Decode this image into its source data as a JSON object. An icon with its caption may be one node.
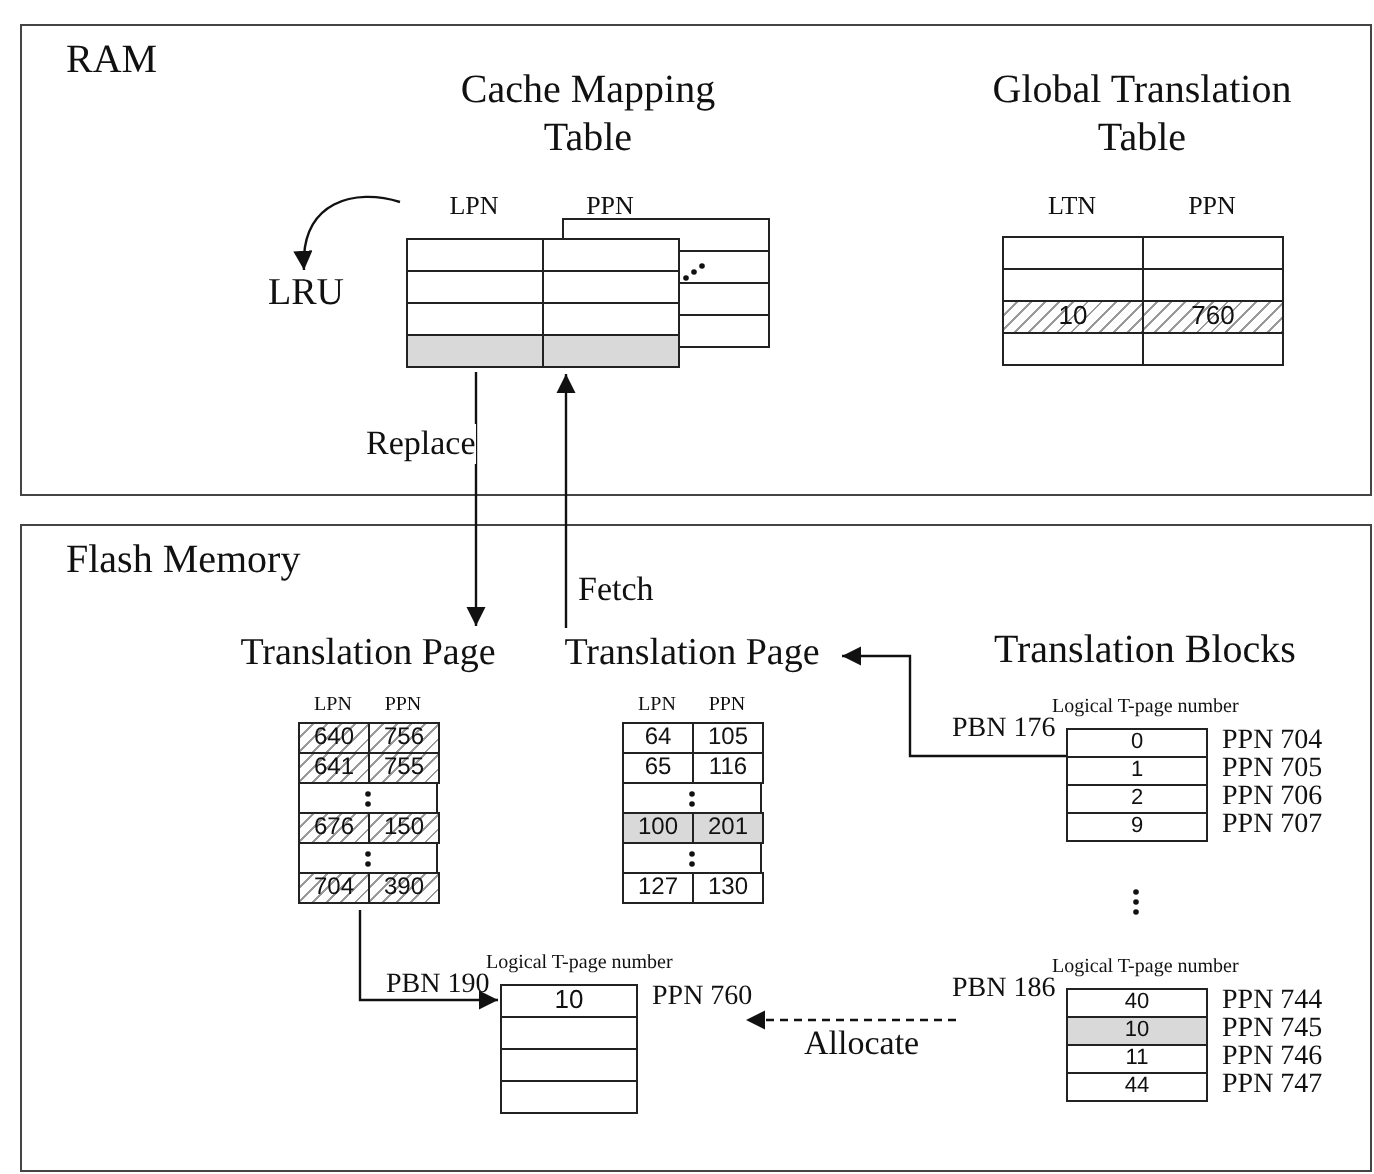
{
  "diagram": {
    "nodes": [
      {
        "text": [
          "RAM"
        ]
      },
      {
        "text": [
          "LRU"
        ],
        "in": 0
      },
      {
        "text": [
          "Cache Mapping Table",
          "LPN",
          "PPN"
        ],
        "in": 0
      },
      {
        "text": [
          "Global Translation Table",
          "LTN",
          "PPN",
          "10",
          "760"
        ],
        "in": 0
      },
      {
        "text": [
          "Flash Memory"
        ]
      },
      {
        "text": [
          "Translation Page",
          "LPN",
          "PPN",
          "640",
          "756",
          "641",
          "755",
          "676",
          "150",
          "704",
          "390"
        ],
        "in": 4
      },
      {
        "text": [
          "Translation Page",
          "LPN",
          "PPN",
          "64",
          "105",
          "65",
          "116",
          "100",
          "201",
          "127",
          "130"
        ],
        "in": 4
      },
      {
        "text": [
          "Logical T-page number",
          "PBN 176",
          "0",
          "1",
          "2",
          "9"
        ],
        "beside": [
          "PPN 704",
          "PPN 705",
          "PPN 706",
          "PPN 707"
        ],
        "in": 4
      },
      {
        "text": [
          "Logical T-page number",
          "PBN 186",
          "40",
          "10",
          "11",
          "44"
        ],
        "beside": [
          "PPN 744",
          "PPN 745",
          "PPN 746",
          "PPN 747"
        ],
        "in": 4
      },
      {
        "text": [
          "Logical T-page number",
          "PBN 190",
          "10"
        ],
        "beside": [
          "PPN 760"
        ],
        "in": 4
      }
    ],
    "edges": [
      {
        "from": 2,
        "to": 1,
        "arrow": "to"
      },
      {
        "from": 2,
        "to": 5,
        "arrow": "to",
        "label": "Replace"
      },
      {
        "from": 6,
        "to": 2,
        "arrow": "to",
        "label": "Fetch"
      },
      {
        "from": 7,
        "to": 6,
        "arrow": "to"
      },
      {
        "from": 5,
        "to": 9,
        "arrow": "to"
      },
      {
        "from": 8,
        "to": 9,
        "arrow": "to",
        "label": "Allocate",
        "style": "dashed"
      }
    ],
    "labels": [
      "Translation Blocks"
    ]
  }
}
